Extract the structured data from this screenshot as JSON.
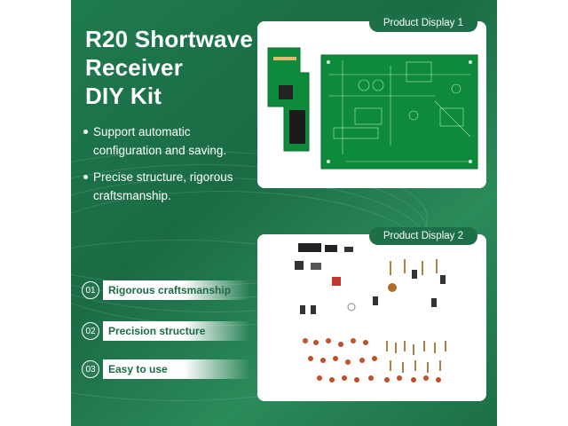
{
  "title": {
    "line1": "R20 Shortwave",
    "line2": "Receiver",
    "line3": "DIY Kit"
  },
  "features": [
    "Support automatic configuration and saving.",
    "Precise structure, rigorous craftsmanship."
  ],
  "highlights": [
    {
      "number": "01",
      "label": "Rigorous craftsmanship"
    },
    {
      "number": "02",
      "label": "Precision structure"
    },
    {
      "number": "03",
      "label": "Easy to use"
    }
  ],
  "displays": [
    {
      "tag": "Product Display 1"
    },
    {
      "tag": "Product Display 2"
    }
  ],
  "colors": {
    "background": "#1f7a4e",
    "accent": "#1c6f47",
    "pcb": "#0d8a3a"
  }
}
